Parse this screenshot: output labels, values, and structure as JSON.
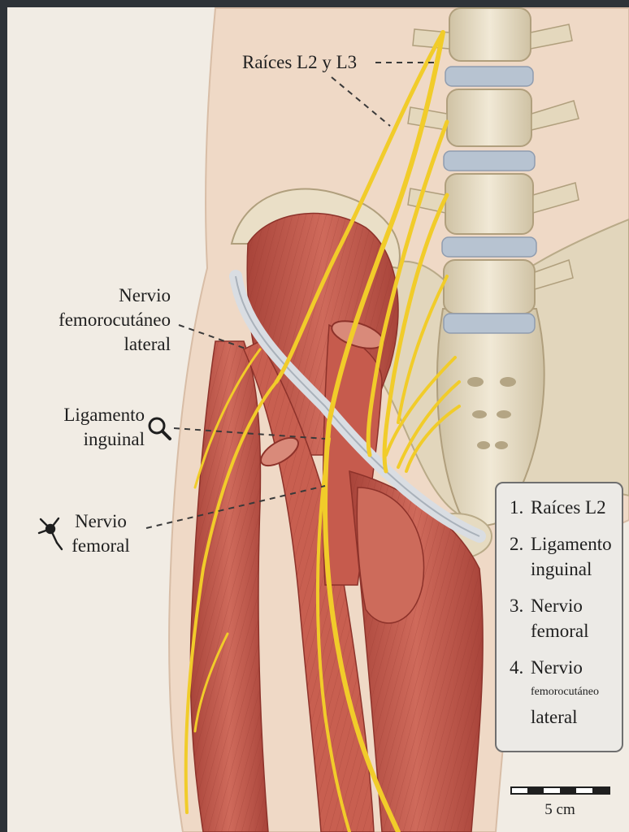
{
  "labels": {
    "raices": "Raíces L2 y L3",
    "femorocutaneo": [
      "Nervio",
      "femorocutáneo",
      "lateral"
    ],
    "ligamento": [
      "Ligamento",
      "inguinal"
    ],
    "femoral": [
      "Nervio",
      "femoral"
    ]
  },
  "legend": {
    "items": [
      {
        "num": "1.",
        "lines": [
          "Raíces L2"
        ]
      },
      {
        "num": "2.",
        "lines": [
          "Ligamento",
          "inguinal"
        ]
      },
      {
        "num": "3.",
        "lines": [
          "Nervio",
          "femoral"
        ]
      },
      {
        "num": "4.",
        "lines": [
          "Nervio",
          "femorocutáneo",
          "lateral"
        ]
      }
    ]
  },
  "scale_bar": {
    "label": "5 cm"
  },
  "icons": {
    "magnifier": "magnifier-icon",
    "neuron": "neuron-icon"
  },
  "colors": {
    "muscle": "#c4574a",
    "muscle_dark": "#9a3a31",
    "nerve": "#f1cc2a",
    "bone": "#e7dcc3",
    "disc": "#b7c3d1",
    "ligament": "#d9dde2",
    "skin": "#efd9c6"
  }
}
